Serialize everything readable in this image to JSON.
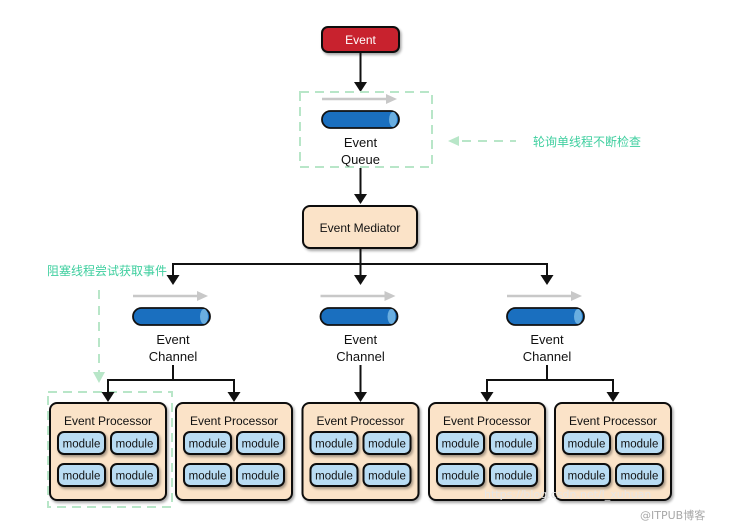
{
  "diagram": {
    "event": {
      "label": "Event"
    },
    "queue": {
      "label_line1": "Event",
      "label_line2": "Queue"
    },
    "mediator": {
      "label": "Event Mediator"
    },
    "channels": [
      {
        "label_line1": "Event",
        "label_line2": "Channel"
      },
      {
        "label_line1": "Event",
        "label_line2": "Channel"
      },
      {
        "label_line1": "Event",
        "label_line2": "Channel"
      }
    ],
    "processors": [
      {
        "label": "Event Processor",
        "modules": [
          "module",
          "module",
          "module",
          "module"
        ]
      },
      {
        "label": "Event Processor",
        "modules": [
          "module",
          "module",
          "module",
          "module"
        ]
      },
      {
        "label": "Event Processor",
        "modules": [
          "module",
          "module",
          "module",
          "module"
        ]
      },
      {
        "label": "Event Processor",
        "modules": [
          "module",
          "module",
          "module",
          "module"
        ]
      },
      {
        "label": "Event Processor",
        "modules": [
          "module",
          "module",
          "module",
          "module"
        ]
      }
    ],
    "annotations": {
      "polling": "轮询单线程不断检查",
      "blocking": "阻塞线程尝试获取事件"
    },
    "watermarks": {
      "url": "https://blog.csdn.net/l_xuhuan",
      "brand": "@ITPUB博客"
    },
    "colors": {
      "event_fill": "#c8202e",
      "pipe_fill": "#1a6fbf",
      "pipe_end": "#6aaee0",
      "box_fill": "#fbe3c8",
      "module_fill": "#b9dcf3",
      "annotation": "#3fcf9f",
      "dashed": "#b8e6c8",
      "flow_arrow": "#c8c8c8"
    }
  }
}
